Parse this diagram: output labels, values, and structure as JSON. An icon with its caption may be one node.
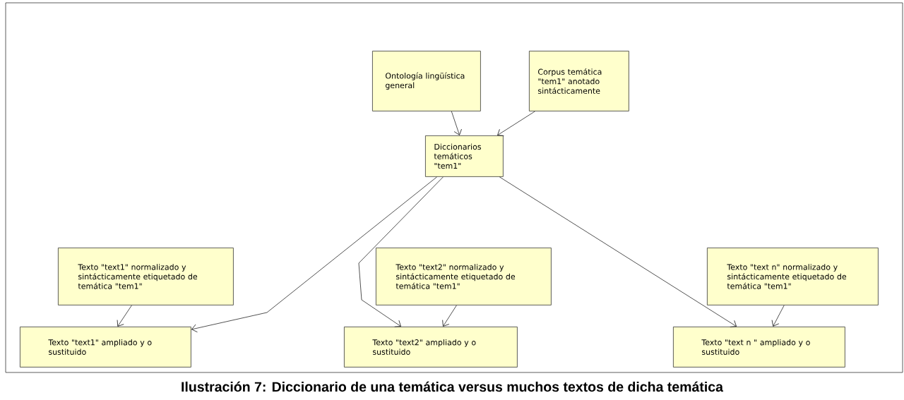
{
  "diagram": {
    "caption": "Ilustración 7: Diccionario de una temática versus muchos textos de dicha temática",
    "nodes": [
      {
        "text": [
          "Ontología lingüística general"
        ]
      },
      {
        "text": [
          "Corpus temática \"tem1\" anotado sintácticamente"
        ]
      },
      {
        "text": [
          "Diccionarios temáticos \"tem1\""
        ]
      },
      {
        "text": [
          "Texto \"text1\" normalizado y sintácticamente etiquetado de temática \"tem1\""
        ]
      },
      {
        "text": [
          "Texto \"text1\" ampliado y o sustituido"
        ]
      },
      {
        "text": [
          "Texto \"text2\" normalizado y sintácticamente etiquetado de temática \"tem1\""
        ]
      },
      {
        "text": [
          "Texto \"text2\" ampliado y o sustituido"
        ]
      },
      {
        "text": [
          "Texto \"text n\" normalizado y sintácticamente etiquetado de temática \"tem1\""
        ]
      },
      {
        "text": [
          "Texto \"text n \" ampliado y o sustituido"
        ]
      }
    ],
    "edges": [
      {
        "from": 0,
        "to": 2,
        "arrow": "to"
      },
      {
        "from": 1,
        "to": 2,
        "arrow": "to"
      },
      {
        "from": 2,
        "to": 4,
        "arrow": "to"
      },
      {
        "from": 2,
        "to": 6,
        "arrow": "to"
      },
      {
        "from": 2,
        "to": 8,
        "arrow": "to"
      },
      {
        "from": 3,
        "to": 4,
        "arrow": "to"
      },
      {
        "from": 5,
        "to": 6,
        "arrow": "to"
      },
      {
        "from": 7,
        "to": 8,
        "arrow": "to"
      }
    ]
  }
}
